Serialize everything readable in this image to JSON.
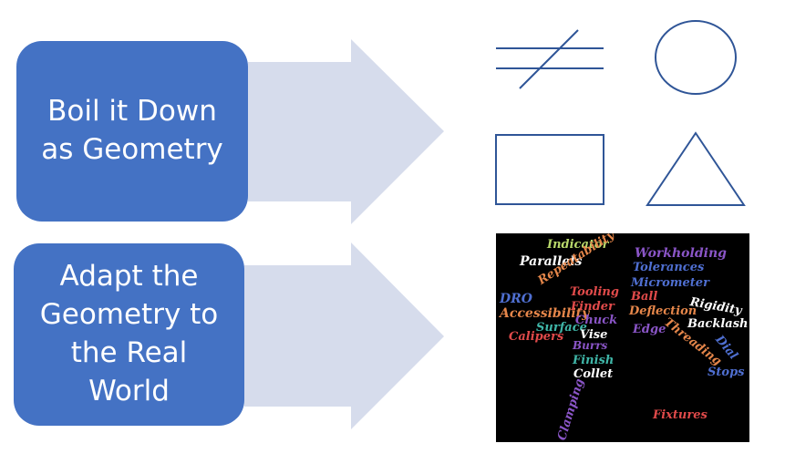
{
  "process": {
    "step1": "Boil it Down\nas Geometry",
    "step2": "Adapt the\nGeometry  to\nthe Real\nWorld"
  },
  "colors": {
    "box_fill": "#4472c4",
    "arrow_fill": "#d6dcec",
    "shape_stroke": "#2f5597",
    "cloud_background": "#000000"
  },
  "geometry_shapes": [
    "not-equal-sign",
    "circle",
    "rectangle",
    "triangle"
  ],
  "word_cloud": {
    "words": [
      {
        "text": "Indicator",
        "color": "#b8d86b"
      },
      {
        "text": "Parallels",
        "color": "#ffffff"
      },
      {
        "text": "Repeatability",
        "color": "#e5864a"
      },
      {
        "text": "DRO",
        "color": "#4f6fd1"
      },
      {
        "text": "Accessibility",
        "color": "#e5864a"
      },
      {
        "text": "Tooling",
        "color": "#e04a4a"
      },
      {
        "text": "Finder",
        "color": "#e04a4a"
      },
      {
        "text": "Chuck",
        "color": "#8a55c7"
      },
      {
        "text": "Surface",
        "color": "#3fb6a8"
      },
      {
        "text": "Calipers",
        "color": "#e04a4a"
      },
      {
        "text": "Vise",
        "color": "#ffffff"
      },
      {
        "text": "Burrs",
        "color": "#8a55c7"
      },
      {
        "text": "Finish",
        "color": "#3fb6a8"
      },
      {
        "text": "Collet",
        "color": "#ffffff"
      },
      {
        "text": "Clamping",
        "color": "#8a55c7"
      },
      {
        "text": "Workholding",
        "color": "#8a55c7"
      },
      {
        "text": "Tolerances",
        "color": "#4f6fd1"
      },
      {
        "text": "Micrometer",
        "color": "#4f6fd1"
      },
      {
        "text": "Ball",
        "color": "#e04a4a"
      },
      {
        "text": "Rigidity",
        "color": "#ffffff"
      },
      {
        "text": "Deflection",
        "color": "#e5864a"
      },
      {
        "text": "Backlash",
        "color": "#ffffff"
      },
      {
        "text": "Edge",
        "color": "#8a55c7"
      },
      {
        "text": "Threading",
        "color": "#e5864a"
      },
      {
        "text": "Dial",
        "color": "#4f6fd1"
      },
      {
        "text": "Stops",
        "color": "#4f6fd1"
      },
      {
        "text": "Fixtures",
        "color": "#e04a4a"
      }
    ]
  }
}
